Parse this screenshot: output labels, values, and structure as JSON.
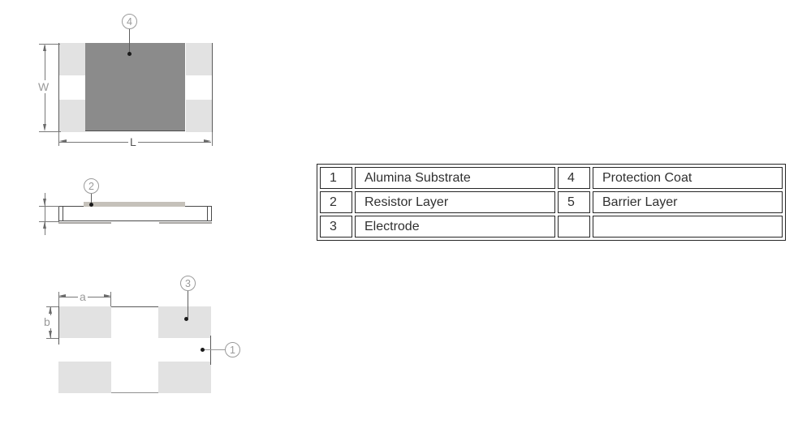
{
  "diagram": {
    "callouts": {
      "c1": "1",
      "c2": "2",
      "c3": "3",
      "c4": "4"
    },
    "dim_labels": {
      "width": "W",
      "length": "L",
      "pad_width": "a",
      "pad_height": "b"
    }
  },
  "legend_table": {
    "rows": [
      [
        "1",
        "Alumina Substrate",
        "4",
        "Protection Coat"
      ],
      [
        "2",
        "Resistor Layer",
        "5",
        "Barrier Layer"
      ],
      [
        "3",
        "Electrode",
        "",
        ""
      ]
    ]
  },
  "colors": {
    "electrode_pad_gray": "#e2e2e2",
    "protection_coat_gray": "#8b8b8b",
    "resistor_layer_tan": "#c5c1ba",
    "outline_dark": "#4a4a4a",
    "callout_gray": "#9a9a9a"
  }
}
